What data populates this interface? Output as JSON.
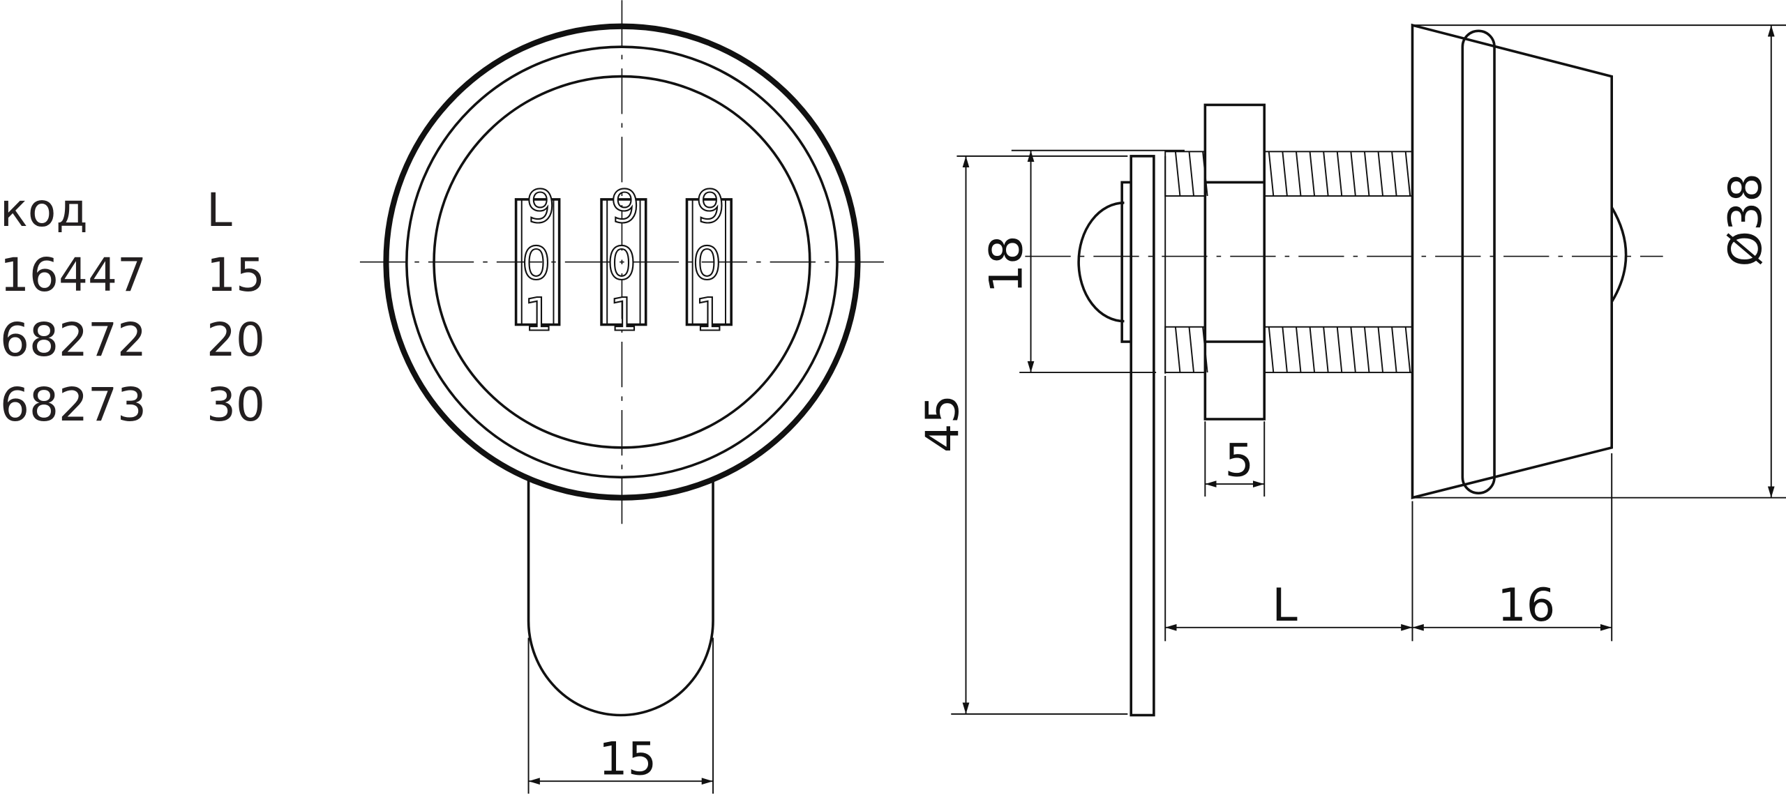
{
  "table": {
    "headers": [
      "код",
      "L"
    ],
    "rows": [
      [
        "16447",
        "15"
      ],
      [
        "68272",
        "20"
      ],
      [
        "68273",
        "30"
      ]
    ]
  },
  "dial_digits": [
    "9",
    "0",
    "1"
  ],
  "dimensions": {
    "cam_width": "15",
    "thread_height": "18",
    "plate_height": "45",
    "nut_thickness": "5",
    "length": "L",
    "body_length": "16",
    "diameter": "Ø38"
  },
  "colors": {
    "line": "#111111",
    "text": "#231f20"
  }
}
